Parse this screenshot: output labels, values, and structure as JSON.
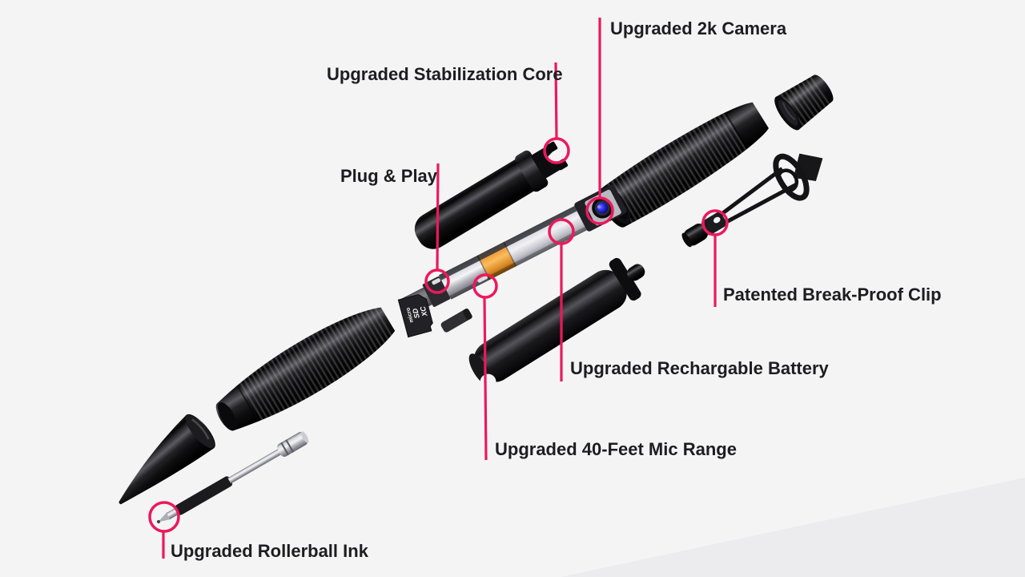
{
  "colors": {
    "background": "#f4f4f5",
    "corner_shade": "#ececee",
    "accent_pink": "#eb195c",
    "label_text": "#1d1d1f",
    "lens_blue": "#2525d8",
    "battery_orange": "#f2a23e"
  },
  "annotations": {
    "camera": {
      "label": "Upgraded 2k Camera"
    },
    "stabilization": {
      "label": "Upgraded Stabilization Core"
    },
    "plug": {
      "label": "Plug & Play"
    },
    "clip": {
      "label": "Patented Break-Proof Clip"
    },
    "battery": {
      "label": "Upgraded Rechargable Battery"
    },
    "mic": {
      "label": "Upgraded 40-Feet Mic Range"
    },
    "rollerball": {
      "label": "Upgraded Rollerball Ink"
    }
  },
  "microsd": {
    "brand_top": "micro",
    "brand_mid": "SD",
    "brand_bottom": "XC"
  }
}
